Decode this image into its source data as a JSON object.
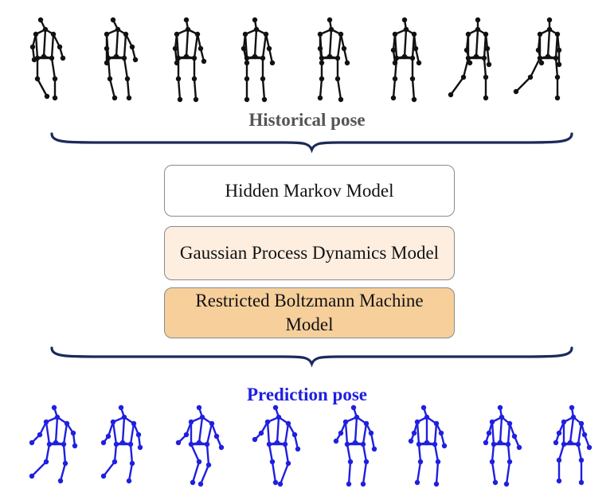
{
  "diagram": {
    "historical_label": "Historical pose",
    "prediction_label": "Prediction pose",
    "models": [
      {
        "label": "Hidden Markov Model",
        "fill": "#ffffff"
      },
      {
        "label": "Gaussian Process Dynamics Model",
        "fill": "#fdeee0"
      },
      {
        "label": "Restricted Boltzmann Machine Model",
        "fill": "#f6cf9b"
      }
    ],
    "colors": {
      "historical_skeleton": "#111111",
      "prediction_skeleton": "#1f1fe0",
      "brace": "#1b2a5a"
    },
    "historical_frames": 8,
    "prediction_frames": 8
  }
}
